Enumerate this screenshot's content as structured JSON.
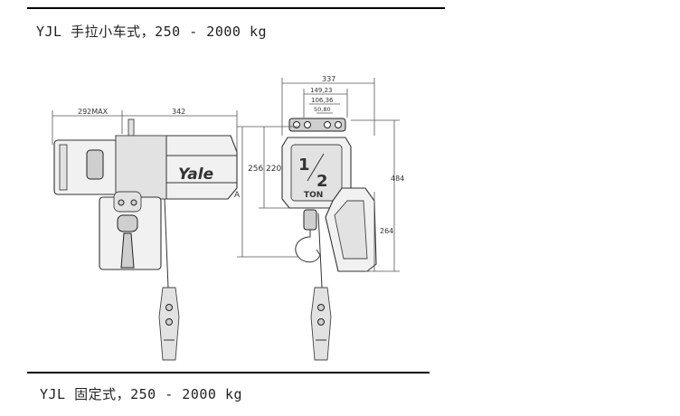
{
  "headings": {
    "trolley": "YJL 手拉小车式，250 - 2000 kg",
    "fixed": "YJL 固定式，250 - 2000 kg"
  },
  "side_view": {
    "dim_left": "292MAX",
    "dim_right": "342",
    "brand": "Yale",
    "label_a": "A"
  },
  "front_view": {
    "dim_top": "337",
    "dim_149": "149,23",
    "dim_106": "106,36",
    "dim_50": "50,80",
    "dim_256": "256",
    "dim_220": "220",
    "dim_484": "484",
    "dim_264": "264",
    "capacity_num": "1",
    "capacity_den": "2",
    "capacity_unit": "TON"
  }
}
